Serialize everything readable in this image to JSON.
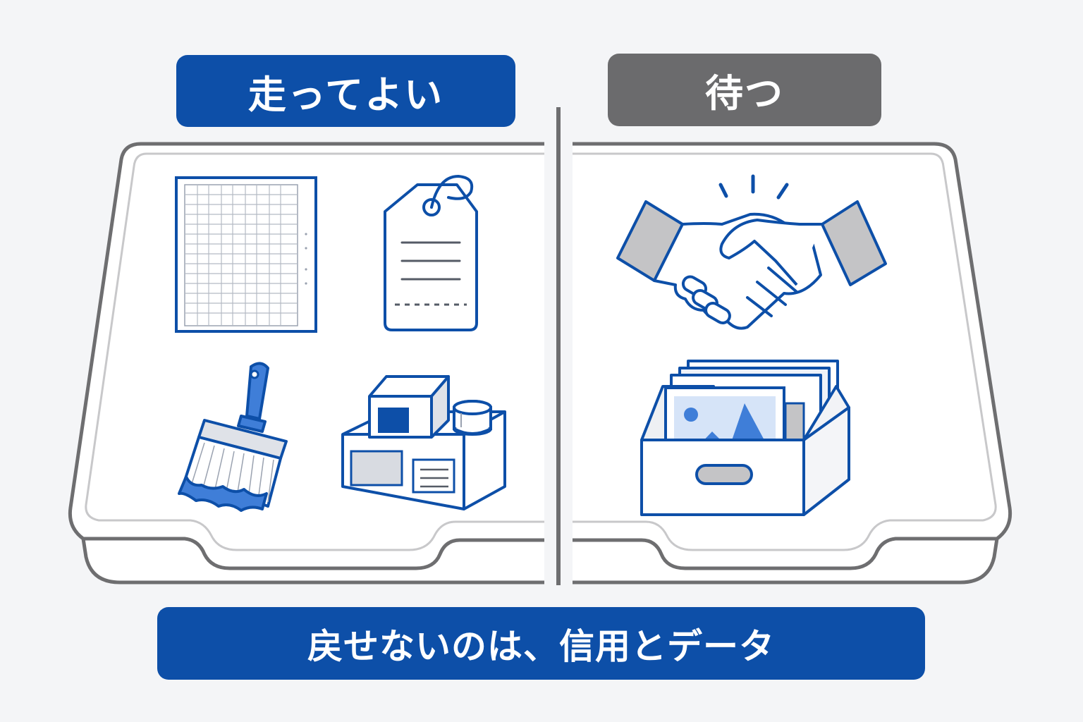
{
  "left_panel": {
    "label": "走ってよい"
  },
  "right_panel": {
    "label": "待つ"
  },
  "footer": {
    "label": "戻せないのは、信用とデータ"
  },
  "colors": {
    "primary_blue": "#0d4fa8",
    "accent_blue": "#3f7ed8",
    "gray_label": "#6b6b6d",
    "tray_stroke": "#6e6e70",
    "icon_gray": "#c4c4c6"
  },
  "icons": {
    "left": [
      "spreadsheet-icon",
      "price-tag-icon",
      "paint-brush-icon",
      "packaged-goods-icon"
    ],
    "right": [
      "handshake-icon",
      "photo-archive-box-icon"
    ]
  }
}
